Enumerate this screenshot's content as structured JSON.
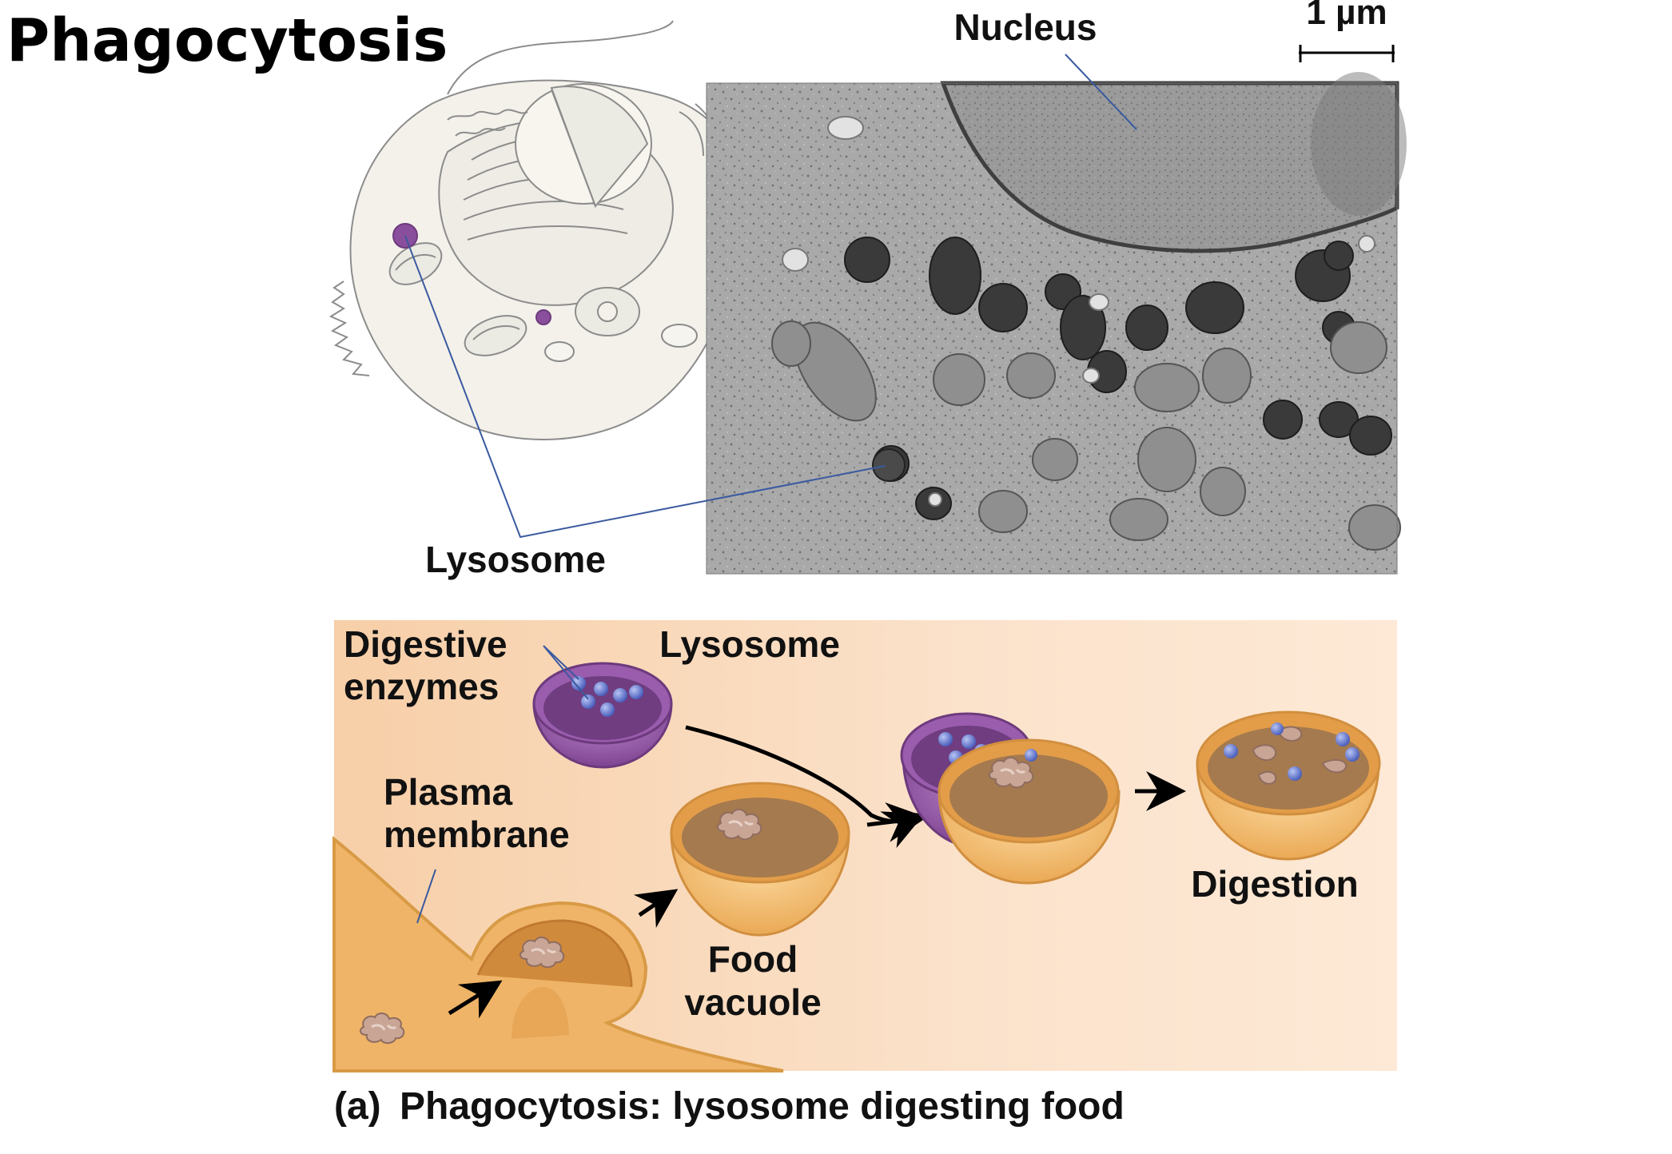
{
  "page_title": "Phagocytosis",
  "micrograph": {
    "scale_bar_label": "1 µm",
    "label_nucleus": "Nucleus",
    "label_lysosome": "Lysosome"
  },
  "process": {
    "label_digestive_line1": "Digestive",
    "label_digestive_line2": "enzymes",
    "label_lysosome": "Lysosome",
    "label_plasma_line1": "Plasma",
    "label_plasma_line2": "membrane",
    "label_food_line1": "Food",
    "label_food_line2": "vacuole",
    "label_digestion": "Digestion"
  },
  "caption": {
    "tag": "(a)",
    "text": "Phagocytosis: lysosome digesting food"
  },
  "colors": {
    "lysosome_purple": "#8a4f9c",
    "enzyme_blue": "#5a6fd0",
    "membrane_orange": "#f0b86a",
    "panel_peach": "#f9dcc0",
    "leader_blue": "#3a5aa0"
  }
}
